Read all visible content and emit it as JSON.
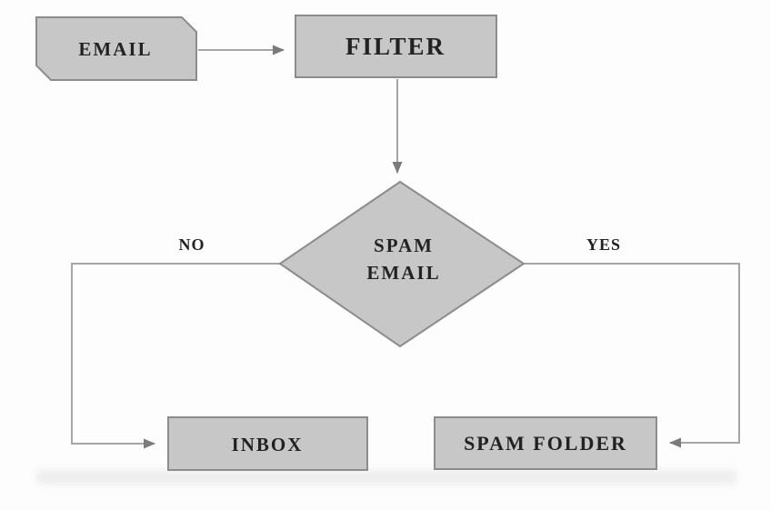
{
  "diagram_type": "flowchart",
  "nodes": {
    "email": {
      "label": "EMAIL",
      "shape": "card"
    },
    "filter": {
      "label": "FILTER",
      "shape": "process"
    },
    "decision": {
      "label_line1": "SPAM",
      "label_line2": "EMAIL",
      "shape": "decision"
    },
    "inbox": {
      "label": "INBOX",
      "shape": "process"
    },
    "spam_folder": {
      "label": "SPAM FOLDER",
      "shape": "process"
    }
  },
  "edge_labels": {
    "no": "NO",
    "yes": "YES"
  },
  "colors": {
    "node_fill": "#c6c7c6",
    "node_border": "#8c8c8c",
    "connector": "#a5a5a5",
    "arrowhead": "#7b7b7b",
    "text": "#222222",
    "shadow": "#dcdcdc"
  }
}
